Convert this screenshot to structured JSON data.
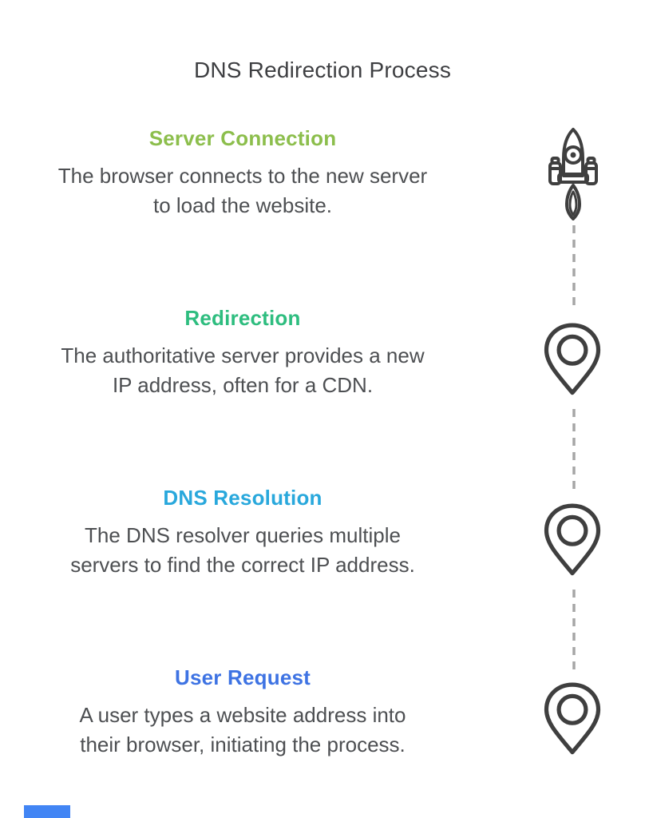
{
  "title": "DNS Redirection Process",
  "colors": {
    "title_text": "#3e3f42",
    "body_text": "#4d4f52",
    "icon_stroke": "#3f3f3f",
    "dash": "#a6a6a6",
    "accent": "#4285f4"
  },
  "steps": [
    {
      "label": "Server Connection",
      "color": "#8cbe4c",
      "icon": "rocket-icon",
      "lines": [
        "The browser connects to the new server",
        "to load the website."
      ]
    },
    {
      "label": "Redirection",
      "color": "#2ebd7f",
      "icon": "map-pin-icon",
      "lines": [
        "The authoritative server provides a new",
        "IP address, often for a CDN."
      ]
    },
    {
      "label": "DNS Resolution",
      "color": "#29a8dc",
      "icon": "map-pin-icon",
      "lines": [
        "The DNS resolver queries multiple",
        "servers to find the correct IP address."
      ]
    },
    {
      "label": "User Request",
      "color": "#3e73e3",
      "icon": "map-pin-icon",
      "lines": [
        "A user types a website address into",
        "their browser, initiating the process."
      ]
    }
  ]
}
